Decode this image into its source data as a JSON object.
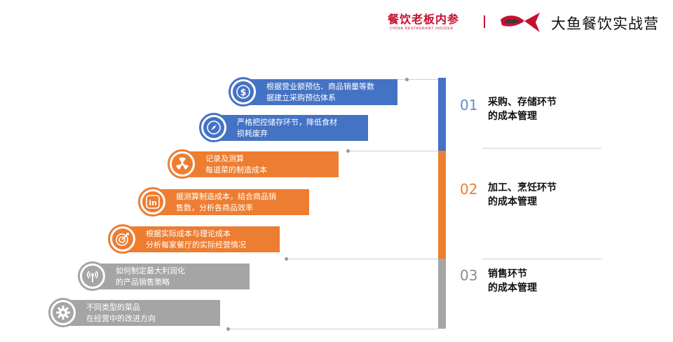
{
  "header": {
    "brand1_name": "餐饮老板内参",
    "brand1_subtitle": "CHINA RESTAURANT INSIDER",
    "brand2_name": "大鱼餐饮实战营"
  },
  "colors": {
    "blue": "#4472c4",
    "orange": "#ed7d31",
    "gray": "#a5a5a5",
    "brand_red": "#c8102e"
  },
  "steps": [
    {
      "icon": "dollar-icon",
      "color": "blue",
      "line1": "根据营业额预估、商品销量等数",
      "line2": "据建立采购预估体系"
    },
    {
      "icon": "compass-icon",
      "color": "blue",
      "line1": "严格把控储存环节，降低食材",
      "line2": "损耗废弃"
    },
    {
      "icon": "radiation-icon",
      "color": "orange",
      "line1": "记录及测算",
      "line2": "每道菜的制造成本"
    },
    {
      "icon": "linkedin-icon",
      "color": "orange",
      "line1": "据测算制造成本，结合商品销",
      "line2": "售数，分析各商品效率"
    },
    {
      "icon": "target-icon",
      "color": "orange",
      "line1": "根据实际成本与理论成本",
      "line2": "分析每家餐厅的实际经营情况"
    },
    {
      "icon": "broadcast-icon",
      "color": "gray",
      "line1": "如何制定最大利润化",
      "line2": "的产品销售策略"
    },
    {
      "icon": "gear-icon",
      "color": "gray",
      "line1": "不同类型的菜品",
      "line2": "在经营中的改进方向"
    }
  ],
  "sections": [
    {
      "number": "01",
      "line1": "采购、存储环节",
      "line2": "的成本管理"
    },
    {
      "number": "02",
      "line1": "加工、烹饪环节",
      "line2": "的成本管理"
    },
    {
      "number": "03",
      "line1": "销售环节",
      "line2": "的成本管理"
    }
  ]
}
